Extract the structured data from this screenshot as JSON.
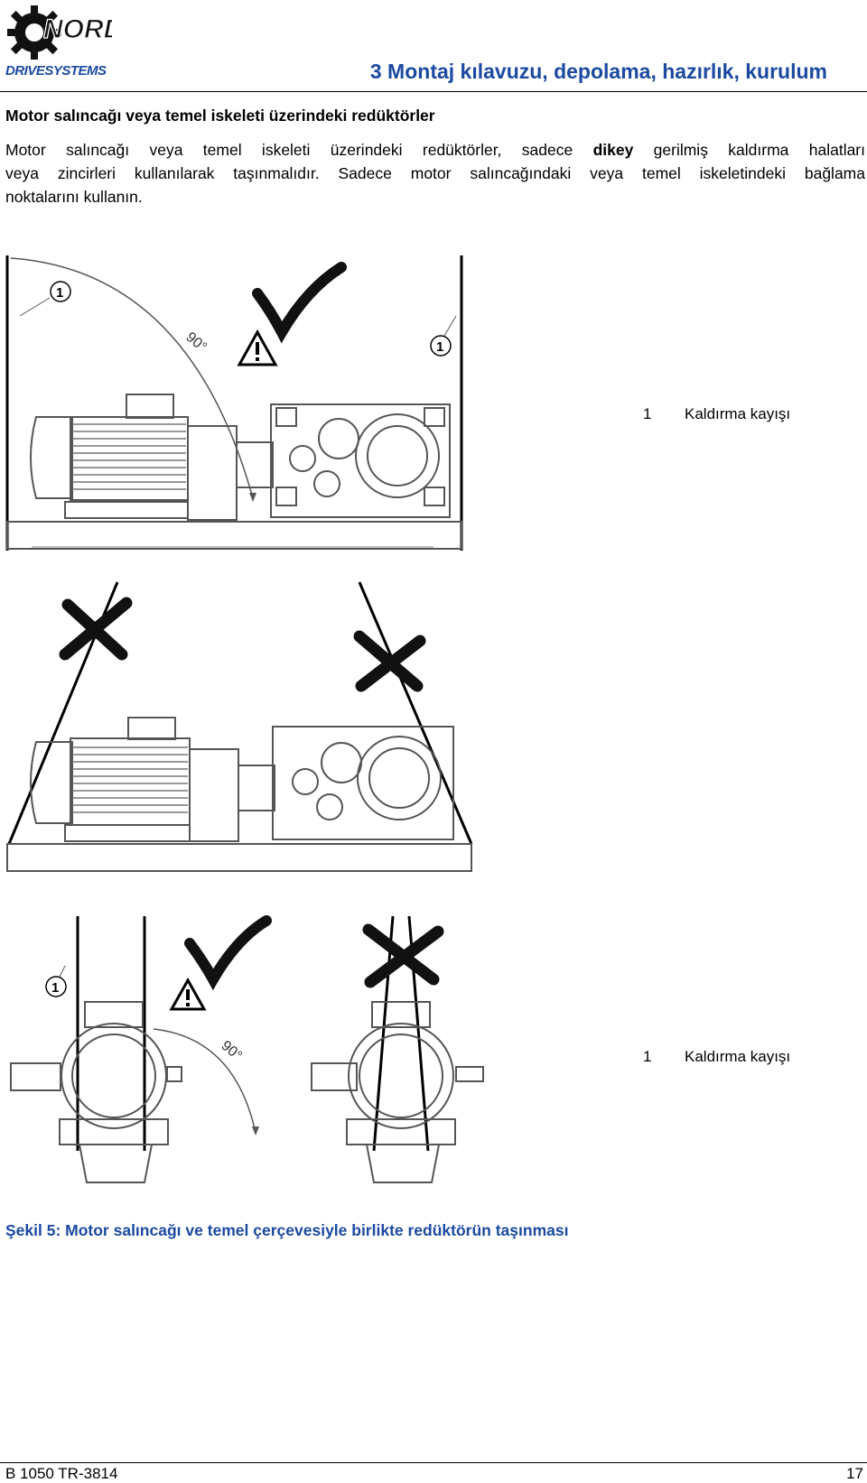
{
  "header": {
    "logo_text": "NORD",
    "logo_subtext": "DRIVESYSTEMS",
    "title": "3 Montaj kılavuzu, depolama, hazırlık, kurulum"
  },
  "section": {
    "heading": "Motor salıncağı veya temel iskeleti üzerindeki redüktörler",
    "paragraph": {
      "line1_before": "Motor salıncağı veya temel iskeleti üzerindeki redüktörler, sadece ",
      "line1_bold": "dikey",
      "line1_after": " gerilmiş kaldırma halatları",
      "line2": "veya zincirleri kullanılarak taşınmalıdır. Sadece motor salıncağındaki veya temel iskeletindeki bağlama",
      "line3": "noktalarını kullanın."
    }
  },
  "figure": {
    "angle_label": "90°",
    "callout": "1",
    "legend_top": {
      "number": "1",
      "text": "Kaldırma kayışı"
    },
    "legend_bottom": {
      "number": "1",
      "text": "Kaldırma kayışı"
    },
    "caption": "Şekil 5: Motor salıncağı ve temel çerçevesiyle birlikte redüktörün taşınması"
  },
  "footer": {
    "document_id": "B 1050 TR-3814",
    "page_number": "17"
  },
  "colors": {
    "brand_blue": "#1b4aa0",
    "text": "#000000",
    "drawing_gray": "#6e6e6e"
  }
}
